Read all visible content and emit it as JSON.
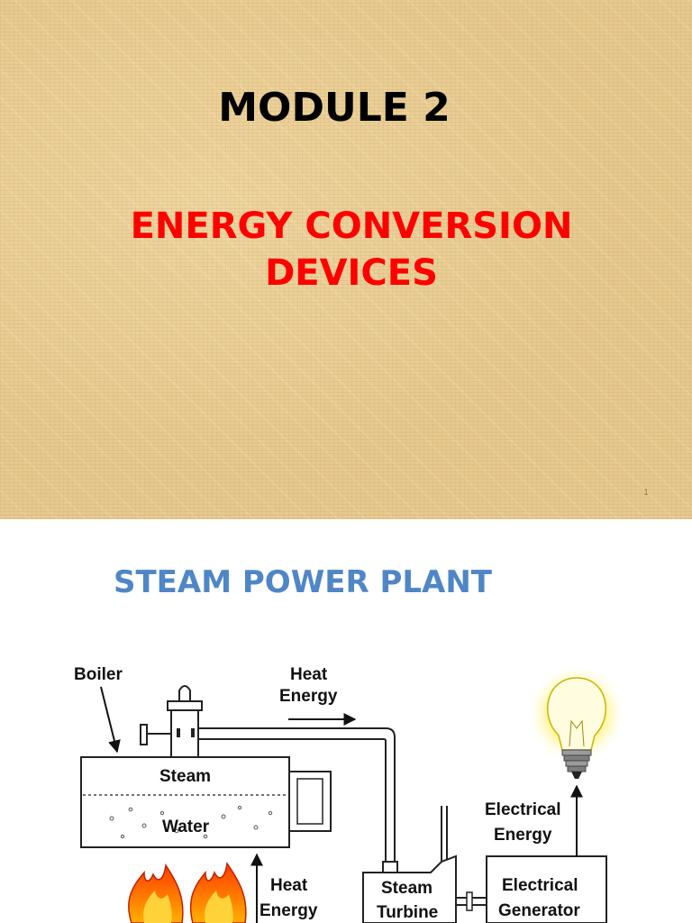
{
  "slide1": {
    "title": "MODULE 2",
    "subtitle_line1": "ENERGY CONVERSION",
    "subtitle_line2": "DEVICES",
    "page_number": "1"
  },
  "slide2": {
    "title": "STEAM POWER PLANT",
    "diagram": {
      "boiler_label": "Boiler",
      "heat_energy_top_line1": "Heat",
      "heat_energy_top_line2": "Energy",
      "steam_label": "Steam",
      "water_label": "Water",
      "heat_energy_bottom_line1": "Heat",
      "heat_energy_bottom_line2": "Energy",
      "turbine_line1": "Steam",
      "turbine_line2": "Turbine",
      "electrical_energy_line1": "Electrical",
      "electrical_energy_line2": "Energy",
      "generator_line1": "Electrical",
      "generator_line2": "Generator"
    }
  }
}
